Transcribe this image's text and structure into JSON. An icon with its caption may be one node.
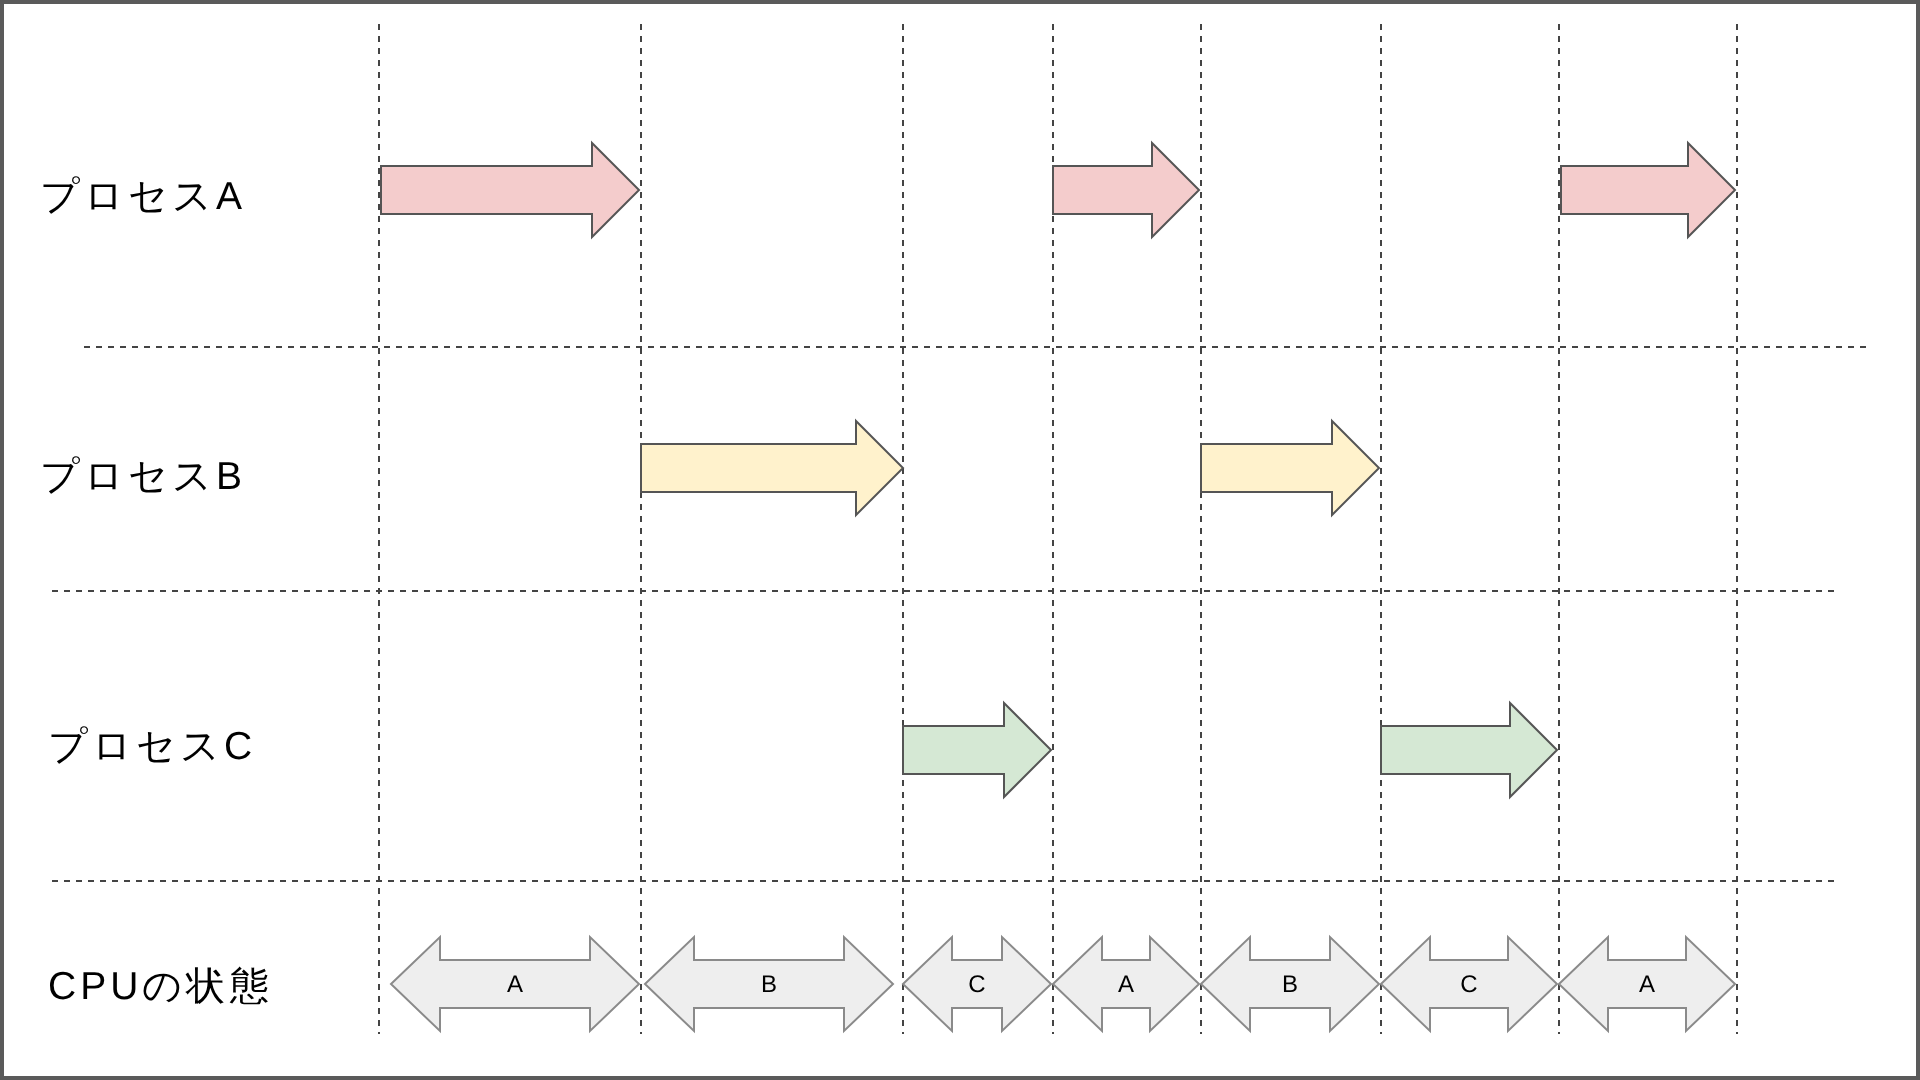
{
  "diagram": {
    "nodes": [
      {
        "text": [],
        "shape": "arrow"
      },
      {
        "text": [],
        "shape": "arrow"
      },
      {
        "text": [],
        "shape": "arrow"
      },
      {
        "text": [],
        "shape": "arrow"
      },
      {
        "text": [],
        "shape": "arrow"
      },
      {
        "text": [],
        "shape": "arrow"
      },
      {
        "text": [],
        "shape": "arrow"
      },
      {
        "text": [
          "A"
        ]
      },
      {
        "text": [
          "B"
        ]
      },
      {
        "text": [
          "C"
        ]
      },
      {
        "text": [
          "A"
        ]
      },
      {
        "text": [
          "B"
        ]
      },
      {
        "text": [
          "C"
        ]
      },
      {
        "text": [
          "A"
        ]
      }
    ],
    "labels": [
      "プロセスA",
      "プロセスB",
      "プロセスC",
      "CPUの状態"
    ]
  }
}
